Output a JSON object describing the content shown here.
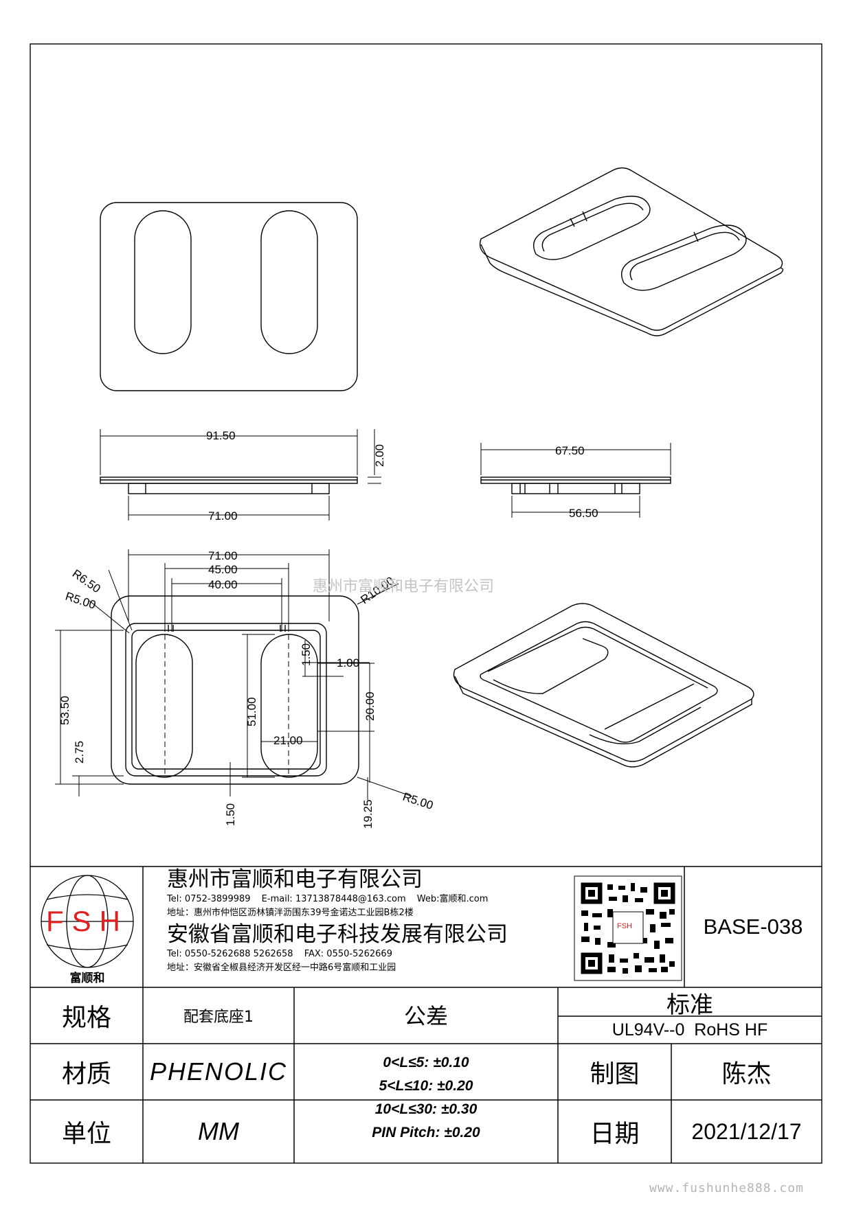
{
  "drawing": {
    "dimensions": {
      "top_width": "91.50",
      "top_thickness": "2.00",
      "top_inner_width": "71.00",
      "side_width": "67.50",
      "side_inner_width": "56.50",
      "plan_outer_width": "71.00",
      "plan_slot_span": "45.00",
      "plan_slot_inner": "40.00",
      "radius_top_left_a": "R6.50",
      "radius_top_left_b": "R5.00",
      "radius_top_right": "R10.00",
      "rib_height": "1.50",
      "rib_offset": "1.00",
      "overall_height": "53.50",
      "bottom_offset": "2.75",
      "slot_length": "51.00",
      "slot_width": "21.00",
      "right_span": "20.00",
      "bottom_rib": "1.50",
      "right_bottom": "19.25",
      "radius_bottom_right": "R5.00"
    }
  },
  "watermark": {
    "top": "惠州市富顺和电子有限公司",
    "bottom": "www.fushunhe888.com"
  },
  "title_block": {
    "logo_letters": "FSH",
    "logo_caption": "富顺和",
    "company1": {
      "name": "惠州市富顺和电子有限公司",
      "tel": "Tel: 0752-3899989",
      "email": "E-mail: 13713878448@163.com",
      "web": "Web:富顺和.com",
      "address": "地址：惠州市仲恺区沥林镇泮沥围东39号金诺达工业园B栋2楼"
    },
    "company2": {
      "name": "安徽省富顺和电子科技发展有限公司",
      "tel": "Tel: 0550-5262688 5262658",
      "fax": "FAX: 0550-5262669",
      "address": "地址：安徽省全椒县经济开发区经一中路6号富顺和工业园"
    },
    "part_no": "BASE-038",
    "spec_label": "规格",
    "spec_value": "配套底座1",
    "material_label": "材质",
    "material_value": "PHENOLIC",
    "unit_label": "单位",
    "unit_value": "MM",
    "tolerance_label": "公差",
    "tolerances": [
      "0<L≤5: ±0.10",
      "5<L≤10: ±0.20",
      "10<L≤30: ±0.30",
      "PIN Pitch: ±0.20"
    ],
    "standard_label": "标准",
    "standard_value": "UL94V--0  RoHS HF",
    "drawn_label": "制图",
    "drawn_value": "陈杰",
    "date_label": "日期",
    "date_value": "2021/12/17"
  },
  "colors": {
    "line": "#000000",
    "logo_red": "#e02020",
    "watermark": "#c4c4c4"
  }
}
